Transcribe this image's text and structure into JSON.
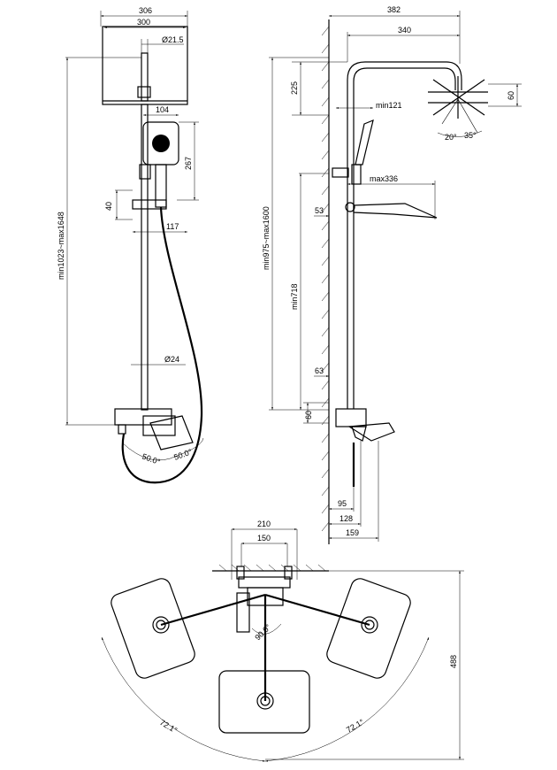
{
  "front_view": {
    "dim_width_outer": "306",
    "dim_width_inner": "300",
    "dim_pipe_diameter": "Ø21.5",
    "dim_handshower_width": "104",
    "dim_handshower_height": "267",
    "dim_holder_height": "40",
    "dim_holder_offset": "117",
    "dim_rail_diameter": "Ø24",
    "dim_total_height": "min1023~max1648",
    "dim_angle_left": "50.0°",
    "dim_angle_right": "50.0°"
  },
  "side_view": {
    "dim_overall_width": "382",
    "dim_arm_width": "340",
    "dim_head_drop": "225",
    "dim_min_reach": "min121",
    "dim_head_height": "60",
    "dim_angle_20": "20°",
    "dim_angle_35": "35°",
    "dim_spout_reach": "max336",
    "dim_53": "53",
    "dim_total_height": "min975~max1600",
    "dim_min_height": "min718",
    "dim_63": "63",
    "dim_60": "60",
    "dim_95": "95",
    "dim_128": "128",
    "dim_159": "159"
  },
  "top_view": {
    "dim_width_210": "210",
    "dim_width_150": "150",
    "dim_depth": "488",
    "dim_angle_center": "90.0°",
    "dim_sweep_left": "72.1°",
    "dim_sweep_right": "72.1°"
  }
}
